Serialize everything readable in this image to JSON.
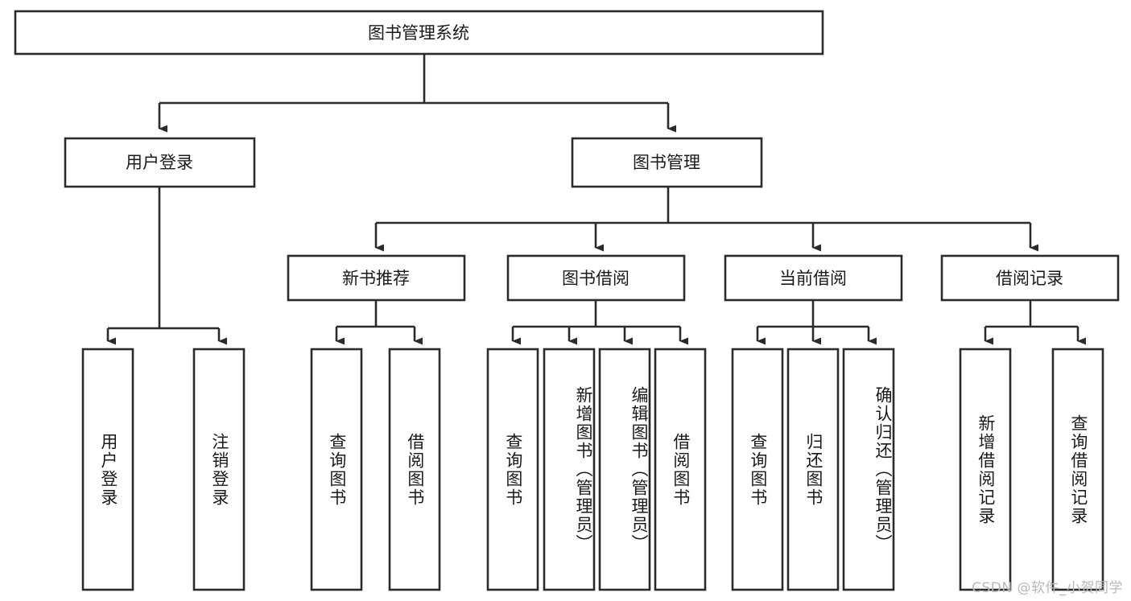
{
  "diagram": {
    "title": "图书管理系统",
    "type": "tree",
    "watermark": "CSDN @软件_小贺同学",
    "colors": {
      "box_stroke": "#2b2b2b",
      "box_fill": "#ffffff",
      "connector": "#2b2b2b",
      "text": "#1a1a1a",
      "watermark": "#b9b9b9",
      "background": "#ffffff"
    },
    "root": {
      "label": "图书管理系统"
    },
    "level2": [
      {
        "label": "用户登录"
      },
      {
        "label": "图书管理"
      }
    ],
    "level3": [
      {
        "label": "新书推荐"
      },
      {
        "label": "图书借阅"
      },
      {
        "label": "当前借阅"
      },
      {
        "label": "借阅记录"
      }
    ],
    "leaves": {
      "user_login": [
        {
          "label": "用户登录"
        },
        {
          "label": "注销登录"
        }
      ],
      "new_book_recommend": [
        {
          "label": "查询图书"
        },
        {
          "label": "借阅图书"
        }
      ],
      "book_borrow": [
        {
          "label": "查询图书"
        },
        {
          "label": "新增图书（管理员）"
        },
        {
          "label": "编辑图书（管理员）"
        },
        {
          "label": "借阅图书"
        }
      ],
      "current_borrow": [
        {
          "label": "查询图书"
        },
        {
          "label": "归还图书"
        },
        {
          "label": "确认归还（管理员）"
        }
      ],
      "borrow_record": [
        {
          "label": "新增借阅记录"
        },
        {
          "label": "查询借阅记录"
        }
      ]
    }
  }
}
